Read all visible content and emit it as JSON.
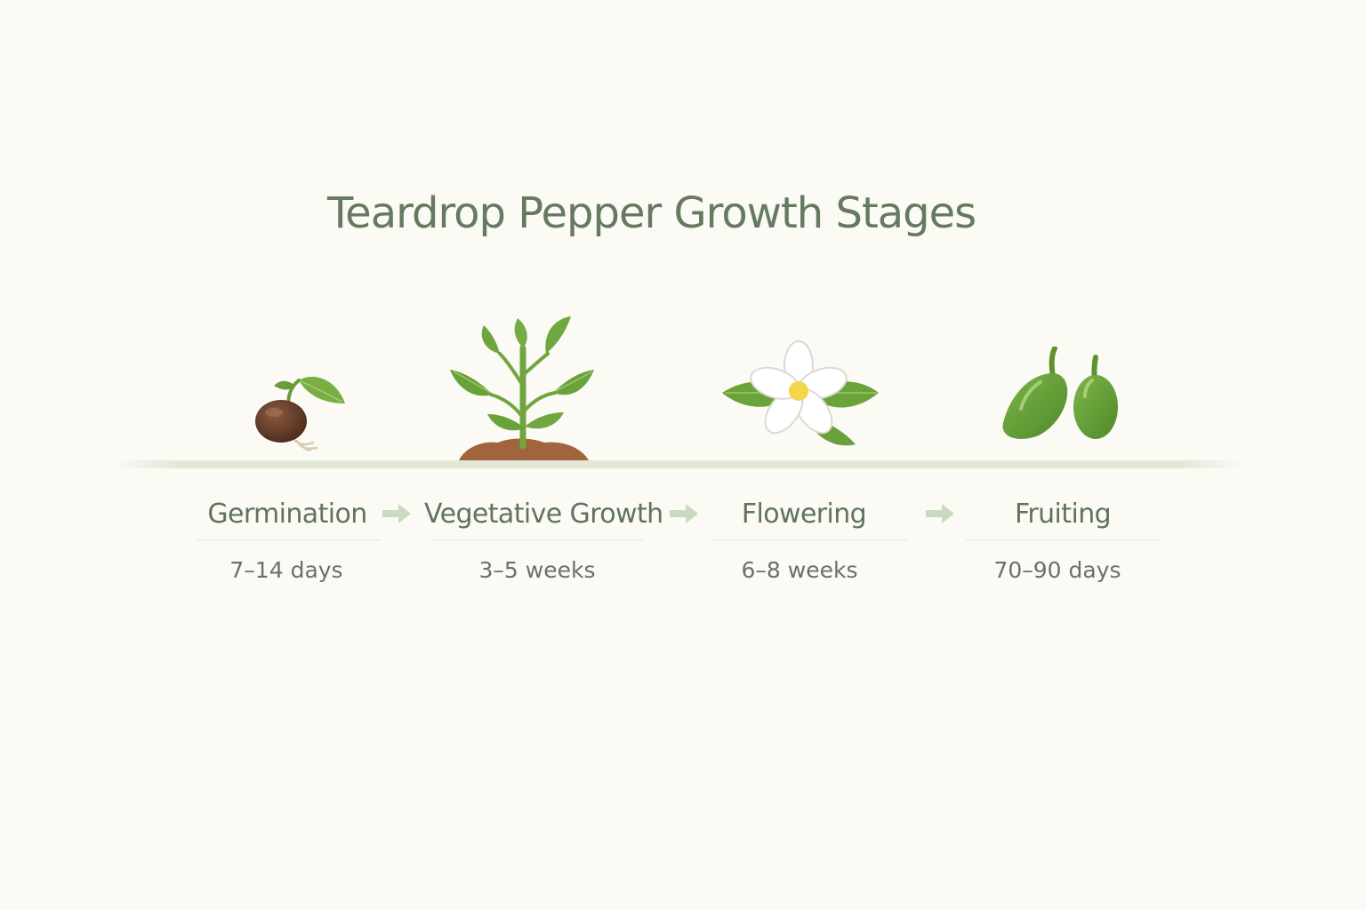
{
  "title": "Teardrop Pepper Growth Stages",
  "stages": [
    {
      "label": "Germination",
      "duration": "7–14 days",
      "icon": "sprouting-seed-icon"
    },
    {
      "label": "Vegetative Growth",
      "duration": "3–5 weeks",
      "icon": "seedling-plant-icon"
    },
    {
      "label": "Flowering",
      "duration": "6–8 weeks",
      "icon": "white-flower-icon"
    },
    {
      "label": "Fruiting",
      "duration": "70–90 days",
      "icon": "teardrop-peppers-icon"
    }
  ],
  "colors": {
    "title": "#657a61",
    "label": "#5f735d",
    "duration": "#6e6e6b",
    "arrow": "#c9dac1",
    "leaf": "#6fa83e",
    "seed": "#5a3625",
    "soil": "#a0653d",
    "flower_center": "#f4d64a",
    "background": "#fcfaf5"
  }
}
